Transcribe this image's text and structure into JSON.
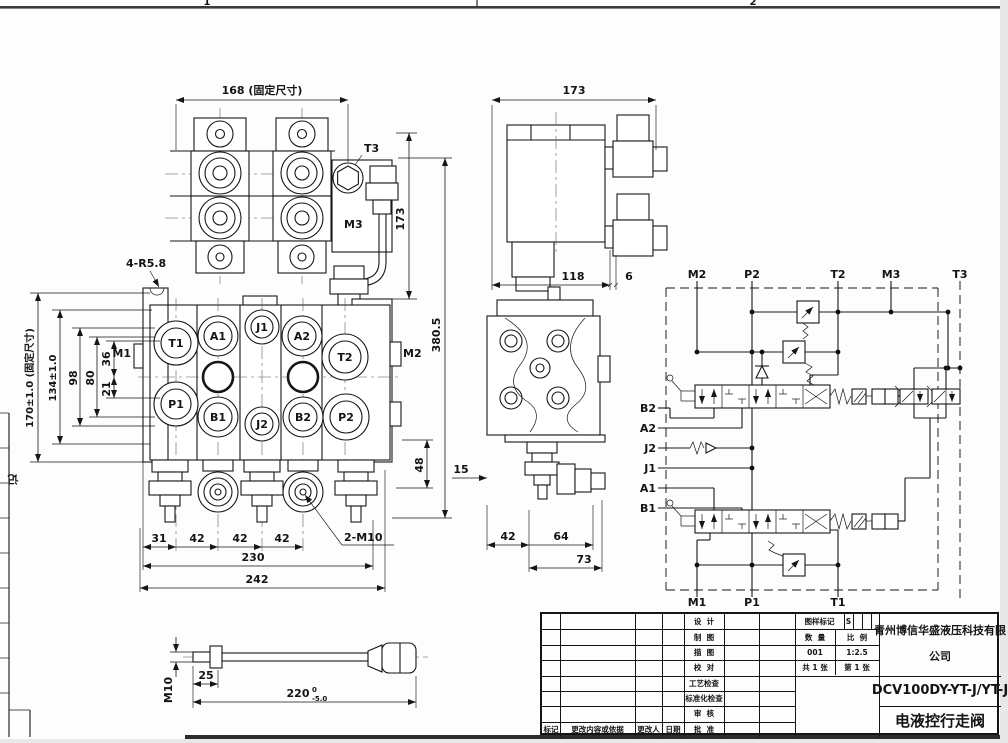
{
  "frame": {
    "zone_1": "1",
    "zone_2": "2",
    "strip_label": "记"
  },
  "top_view": {
    "dim_width": "168 (固定尺寸)",
    "t3": "T3",
    "m3": "M3",
    "dim_173": "173",
    "dim_380": "380.5"
  },
  "front_view": {
    "m1": "M1",
    "m2": "M2",
    "ports_top": [
      "T1",
      "A1",
      "J1",
      "A2",
      "T2"
    ],
    "ports_bottom": [
      "P1",
      "B1",
      "J2",
      "B2",
      "P2"
    ],
    "note_slots": "4-R5.8",
    "note_thread": "2-M10",
    "dim_170": "170±1.0 (固定尺寸)",
    "dim_134": "134±1.0",
    "dim_98": "98",
    "dim_80": "80",
    "dim_36": "36",
    "dim_21": "21",
    "dim_31": "31",
    "dim_42a": "42",
    "dim_42b": "42",
    "dim_42c": "42",
    "dim_230": "230",
    "dim_242": "242",
    "dim_48": "48"
  },
  "middle_view": {
    "dim_173": "173",
    "dim_118": "118",
    "dim_6": "6"
  },
  "side_view": {
    "dim_15": "15",
    "dim_42": "42",
    "dim_64": "64",
    "dim_73": "73"
  },
  "schematic": {
    "top_ports": [
      "M2",
      "P2",
      "T2",
      "M3",
      "T3"
    ],
    "bottom_ports": [
      "M1",
      "P1",
      "T1"
    ],
    "left_ports": [
      "B2",
      "A2",
      "J2",
      "J1",
      "A1",
      "B1"
    ]
  },
  "handle": {
    "thread": "M10",
    "dim_25": "25",
    "len_base": "220",
    "len_sup": "0",
    "len_sub": "-5.0"
  },
  "title_block": {
    "approval_rows": [
      "设  计",
      "制  图",
      "描  图",
      "校  对",
      "工艺检查",
      "标准化检查",
      "审  核",
      "批  准"
    ],
    "revision_cols": [
      "标记",
      "更改内容或依据",
      "更改人",
      "日期"
    ],
    "mark_label": "图样标记",
    "mark_value": "S",
    "qty_label": "数  量",
    "scale_label": "比  例",
    "qty_value": "001",
    "scale_value": "1:2.5",
    "sheet_total": "共 1 张",
    "sheet_no": "第 1 张",
    "company_line1": "青州博信华盛液压科技有限",
    "company_line2": "公司",
    "model": "DCV100DY-YT-J/YT-J",
    "product": "电液控行走阀"
  }
}
